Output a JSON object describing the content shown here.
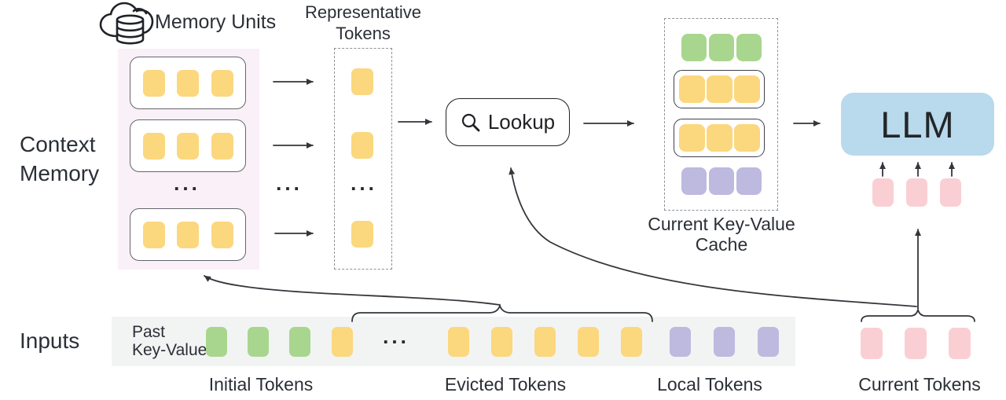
{
  "colors": {
    "token_yellow": "#FBD77E",
    "token_green": "#A9D68E",
    "token_purple": "#BDB9DF",
    "token_pink": "#FACFD4",
    "llm_blue": "#B9D9EC",
    "memory_background": "#FAF0F8",
    "input_strip_background": "#F2F4F3",
    "line": "#33363B",
    "text": "#2B2F36"
  },
  "diagram": {
    "ellipsis": "...",
    "memory": {
      "icon": "cloud-database-icon",
      "title": "Memory Units",
      "side_label_line1": "Context",
      "side_label_line2": "Memory",
      "units": [
        {
          "count": 3,
          "color": "yellow",
          "name": "memory-unit-token"
        },
        {
          "count": 3,
          "color": "yellow",
          "name": "memory-unit-token"
        },
        {
          "count": 3,
          "color": "yellow",
          "name": "memory-unit-token"
        }
      ]
    },
    "representative": {
      "label_line1": "Representative",
      "label_line2": "Tokens",
      "slots": [
        {
          "count": 1,
          "color": "yellow",
          "name": "representative-token"
        },
        {
          "count": 1,
          "color": "yellow",
          "name": "representative-token"
        },
        {
          "count": 1,
          "color": "yellow",
          "name": "representative-token"
        }
      ]
    },
    "lookup": {
      "icon": "magnifier-icon",
      "label": "Lookup"
    },
    "cache": {
      "label_line1": "Current Key-Value",
      "label_line2": "Cache",
      "rows": [
        {
          "count": 3,
          "color": "green",
          "name": "cache-initial-token",
          "boxed": false
        },
        {
          "count": 3,
          "color": "yellow",
          "name": "cache-retrieved-token",
          "boxed": true
        },
        {
          "count": 3,
          "color": "yellow",
          "name": "cache-retrieved-token",
          "boxed": true
        },
        {
          "count": 3,
          "color": "purple",
          "name": "cache-local-token",
          "boxed": false
        }
      ]
    },
    "llm": {
      "label": "LLM",
      "input_tokens": {
        "count": 3,
        "color": "pink",
        "name": "llm-input-token"
      }
    },
    "inputs": {
      "side_label": "Inputs",
      "strip_label_line1": "Past",
      "strip_label_line2": "Key-Value",
      "groups": {
        "initial": {
          "count": 3,
          "color": "green",
          "name": "initial-token",
          "label": "Initial Tokens"
        },
        "evicted_left": {
          "count": 1,
          "color": "yellow",
          "name": "evicted-token"
        },
        "evicted_right": {
          "count": 5,
          "color": "yellow",
          "name": "evicted-token"
        },
        "local": {
          "count": 3,
          "color": "purple",
          "name": "local-token",
          "label": "Local Tokens"
        },
        "current": {
          "count": 3,
          "color": "pink",
          "name": "current-token",
          "label": "Current Tokens"
        }
      },
      "evicted_label": "Evicted Tokens"
    }
  }
}
